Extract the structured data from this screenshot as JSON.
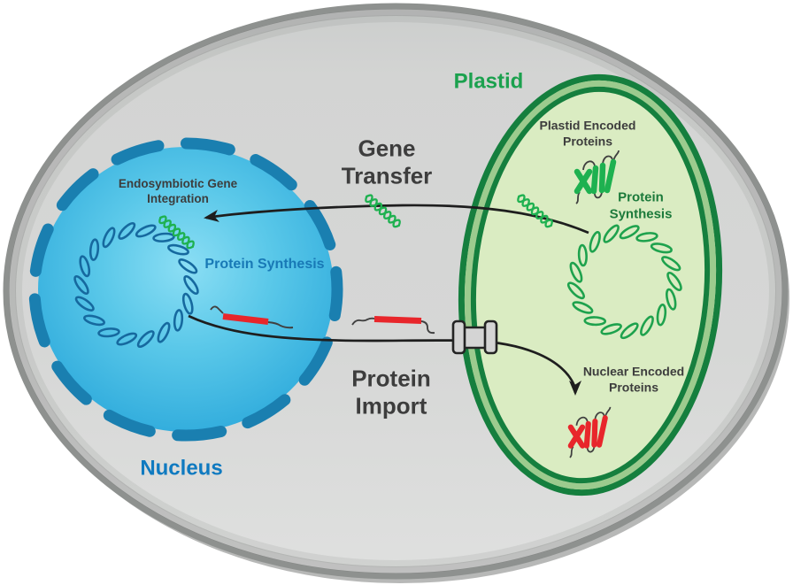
{
  "title": "Endosymbiotic gene transfer and protein import between plastid and nucleus",
  "labels": {
    "gene_transfer": "Gene\nTransfer",
    "protein_import": "Protein\nImport",
    "plastid": "Plastid",
    "nucleus": "Nucleus",
    "endosymbiotic_gene_integration": "Endosymbiotic Gene\nIntegration",
    "protein_synthesis_nucleus": "Protein Synthesis",
    "plastid_encoded_proteins": "Plastid Encoded\nProteins",
    "protein_synthesis_plastid": "Protein\nSynthesis",
    "nuclear_encoded_proteins": "Nuclear Encoded\nProteins"
  },
  "icons": {
    "nuclear_dna": "circular-dna-icon",
    "plastid_dna": "circular-dna-icon",
    "dna_fragment": "dna-fragment-icon",
    "translocon": "membrane-channel-icon",
    "plastid_encoded_protein": "folded-protein-icon",
    "nuclear_encoded_protein": "folded-protein-icon",
    "unfolded_protein": "unfolded-protein-icon",
    "transfer_arrow": "arrow-icon",
    "import_arrow": "arrow-icon"
  },
  "colors": {
    "cell_fill": "#d5d6d5",
    "cell_border": "#8e918f",
    "cell_shadow": "#b7b8b7",
    "nucleus_membrane": "#1a7fb0",
    "nucleus_dna": "#16699f",
    "nucleus_label": "#0f7ac0",
    "blue_text": "#1879b6",
    "plastid_fill": "#daecc2",
    "plastid_membrane": "#157f3e",
    "plastid_membrane_gap": "#9ccb8e",
    "plastid_dna": "#1ea24d",
    "plastid_label": "#1ba14e",
    "plastid_text_dark": "#1c7a3b",
    "gene_green": "#1eb150",
    "protein_red": "#e8262b",
    "arrow_black": "#1e1e1e",
    "label_dark": "#3d3d3d"
  }
}
